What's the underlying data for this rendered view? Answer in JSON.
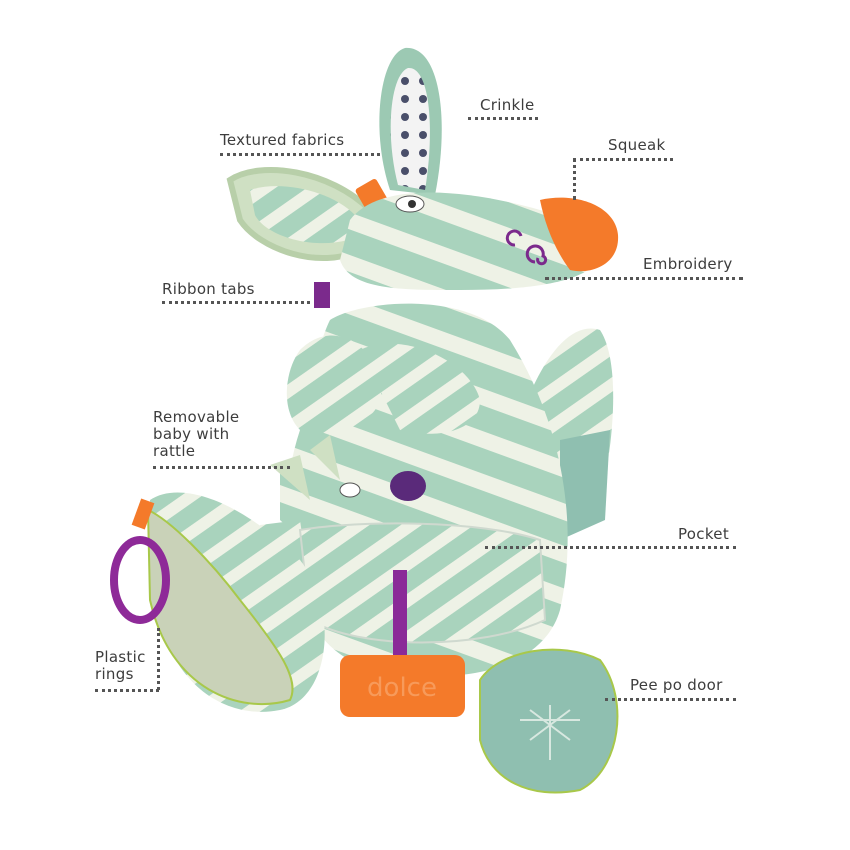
{
  "product": {
    "brand_logo": "dolce",
    "colors": {
      "mint": "#a9d3bd",
      "cream": "#eef2e6",
      "orange": "#f47a2a",
      "purple": "#7b2a8c",
      "teal": "#8fbfb0"
    }
  },
  "labels": {
    "crinkle": "Crinkle",
    "textured_fabrics": "Textured fabrics",
    "squeak": "Squeak",
    "embroidery": "Embroidery",
    "ribbon_tabs": "Ribbon tabs",
    "removable_baby": [
      "Removable",
      "baby with",
      "rattle"
    ],
    "pocket": "Pocket",
    "plastic_rings": [
      "Plastic",
      "rings"
    ],
    "pee_po_door": "Pee po door"
  }
}
